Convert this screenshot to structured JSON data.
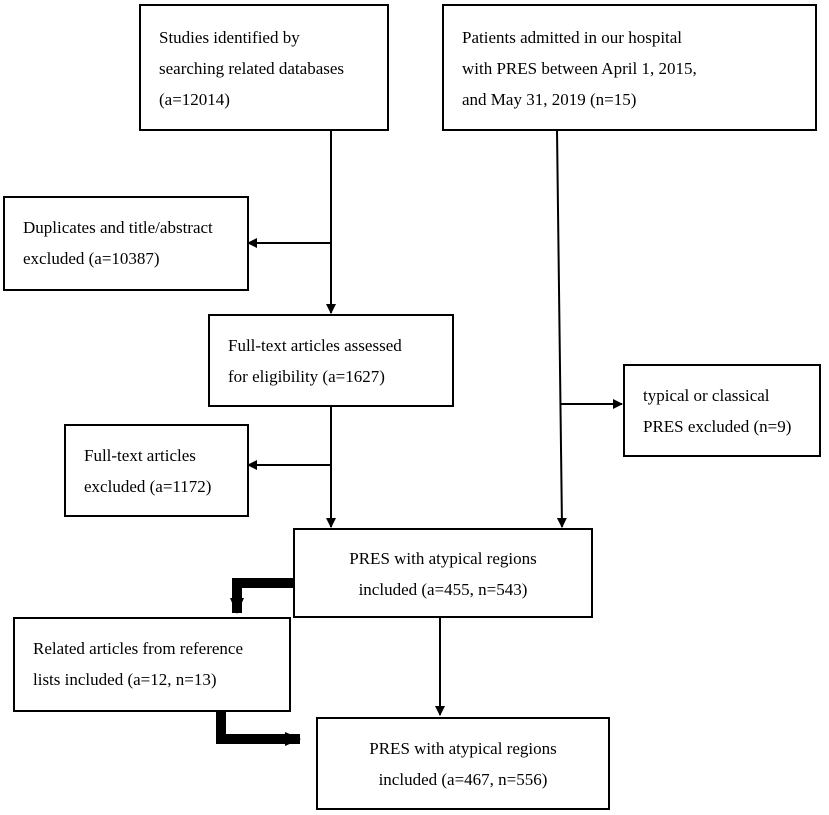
{
  "nodes": {
    "studies_identified": [
      "Studies identified by",
      "searching related databases",
      "(a=12014)"
    ],
    "patients_admitted": [
      "Patients admitted in our hospital",
      "with PRES between April 1, 2015,",
      "and May 31, 2019 (n=15)"
    ],
    "duplicates_excluded": [
      "Duplicates and title/abstract",
      "excluded (a=10387)"
    ],
    "fulltext_assessed": [
      "Full-text articles assessed",
      "for eligibility (a=1627)"
    ],
    "typical_excluded": [
      "typical or classical",
      "PRES excluded (n=9)"
    ],
    "fulltext_excluded": [
      "Full-text articles",
      "excluded (a=1172)"
    ],
    "pres_atypical_1": [
      "PRES with atypical regions",
      "included (a=455, n=543)"
    ],
    "related_articles": [
      "Related articles from reference",
      "lists included (a=12, n=13)"
    ],
    "pres_atypical_final": [
      "PRES with atypical regions",
      "included (a=467, n=556)"
    ]
  },
  "edges": [
    {
      "from": "studies_identified",
      "to": "fulltext_assessed"
    },
    {
      "from": "studies_identified",
      "to": "duplicates_excluded"
    },
    {
      "from": "fulltext_assessed",
      "to": "pres_atypical_1"
    },
    {
      "from": "fulltext_assessed",
      "to": "fulltext_excluded"
    },
    {
      "from": "patients_admitted",
      "to": "pres_atypical_1"
    },
    {
      "from": "patients_admitted",
      "to": "typical_excluded"
    },
    {
      "from": "pres_atypical_1",
      "to": "related_articles"
    },
    {
      "from": "pres_atypical_1",
      "to": "pres_atypical_final"
    },
    {
      "from": "related_articles",
      "to": "pres_atypical_final"
    }
  ]
}
